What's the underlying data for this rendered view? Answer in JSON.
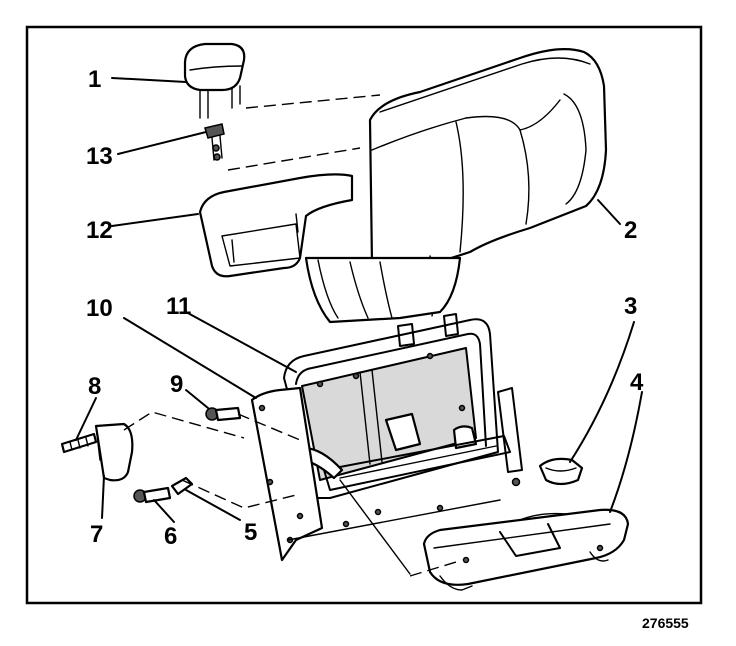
{
  "figure": {
    "number": "276555",
    "callouts": [
      {
        "id": "callout-1",
        "label": "1"
      },
      {
        "id": "callout-2",
        "label": "2"
      },
      {
        "id": "callout-3",
        "label": "3"
      },
      {
        "id": "callout-4",
        "label": "4"
      },
      {
        "id": "callout-5",
        "label": "5"
      },
      {
        "id": "callout-6",
        "label": "6"
      },
      {
        "id": "callout-7",
        "label": "7"
      },
      {
        "id": "callout-8",
        "label": "8"
      },
      {
        "id": "callout-9",
        "label": "9"
      },
      {
        "id": "callout-10",
        "label": "10"
      },
      {
        "id": "callout-11",
        "label": "11"
      },
      {
        "id": "callout-12",
        "label": "12"
      },
      {
        "id": "callout-13",
        "label": "13"
      }
    ]
  }
}
